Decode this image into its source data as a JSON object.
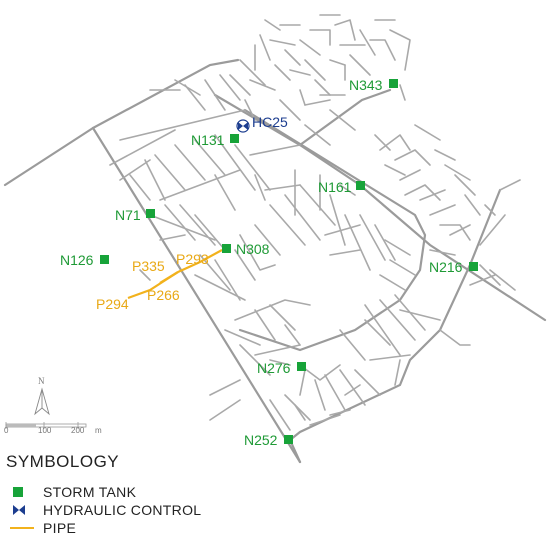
{
  "tanks": [
    {
      "label": "N343"
    },
    {
      "label": "N131"
    },
    {
      "label": "N161"
    },
    {
      "label": "N71"
    },
    {
      "label": "N308"
    },
    {
      "label": "N126"
    },
    {
      "label": "N216"
    },
    {
      "label": "N276"
    },
    {
      "label": "N252"
    }
  ],
  "hydraulic_controls": [
    {
      "label": "HC25"
    }
  ],
  "pipes": [
    {
      "label": "P335"
    },
    {
      "label": "P293"
    },
    {
      "label": "P266"
    },
    {
      "label": "P294"
    }
  ],
  "north_arrow": {
    "label": "N"
  },
  "scale_bar": {
    "ticks": [
      "0",
      "100",
      "200"
    ],
    "unit": "m"
  },
  "legend": {
    "title": "SYMBOLOGY",
    "items": [
      {
        "symbol": "green-square",
        "label": "STORM TANK",
        "color": "#17a339"
      },
      {
        "symbol": "blue-bowtie",
        "label": "HYDRAULIC CONTROL",
        "color": "#1c3d8f"
      },
      {
        "symbol": "orange-line",
        "label": "PIPE",
        "color": "#f2b21c"
      }
    ]
  }
}
